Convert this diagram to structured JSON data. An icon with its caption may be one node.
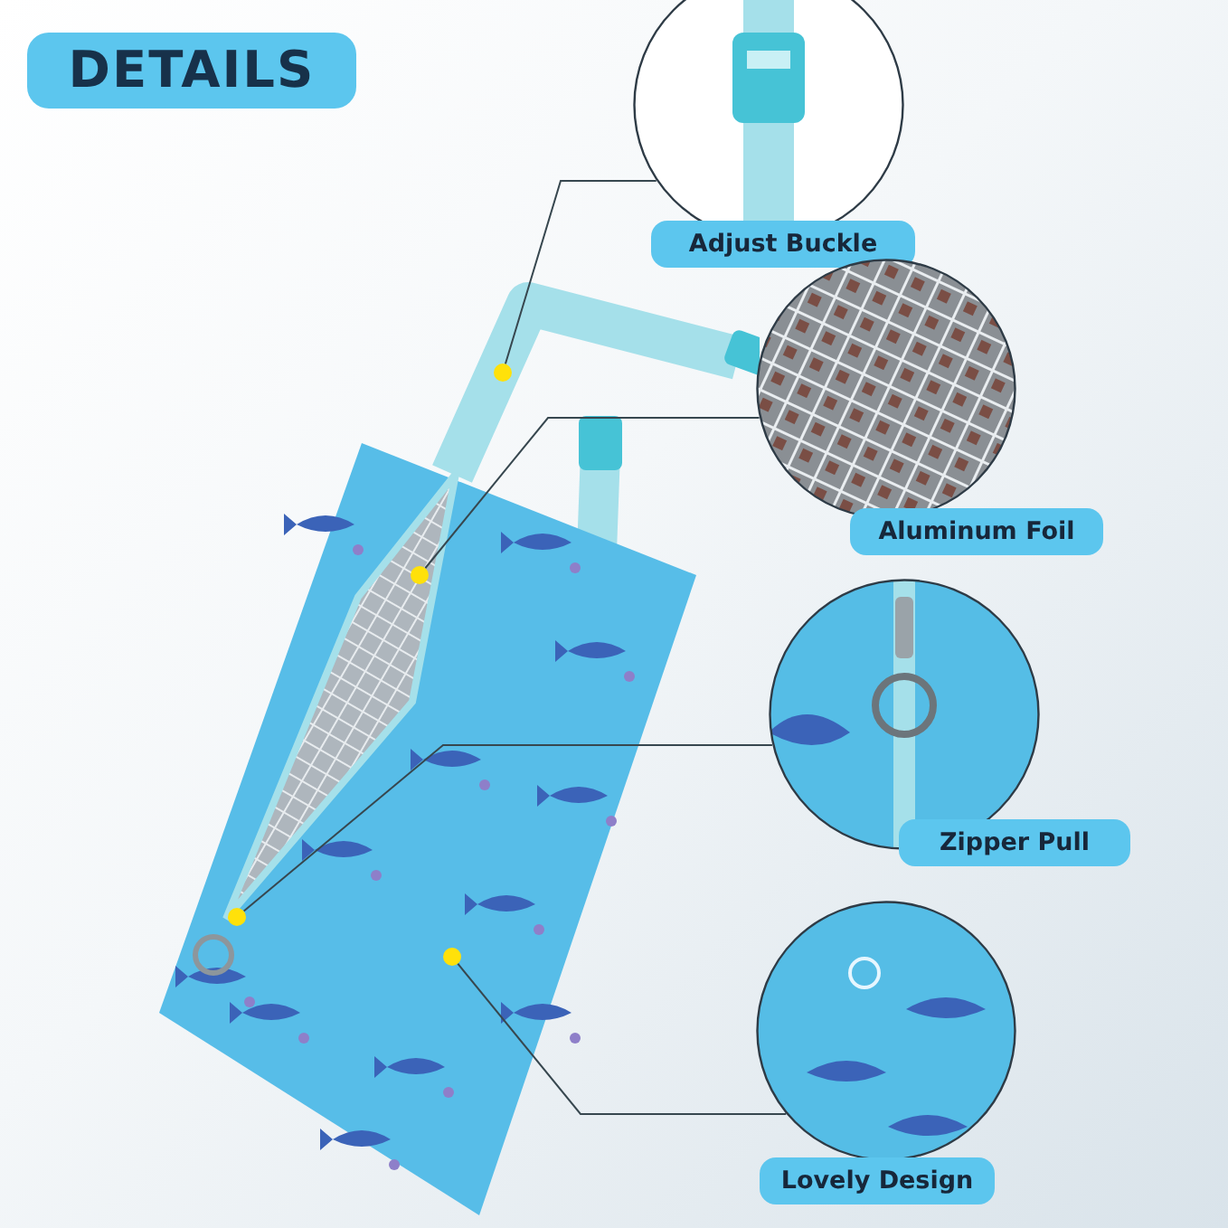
{
  "diagram": {
    "title": "DETAILS",
    "nodes": [
      {
        "text": [],
        "shape": "picture"
      },
      {
        "text": [],
        "shape": "circle"
      },
      {
        "text": [],
        "shape": "circle",
        "in": 0
      },
      {
        "text": [],
        "shape": "circle",
        "in": 0
      },
      {
        "text": [],
        "shape": "circle",
        "in": 0
      },
      {
        "text": [
          "Adjust Buckle"
        ]
      },
      {
        "text": [
          "Aluminum Foil"
        ]
      },
      {
        "text": [
          "Zipper Pull"
        ]
      },
      {
        "text": [
          "Lovely Design"
        ]
      }
    ],
    "edges": [
      {
        "from": 1,
        "to": 5,
        "arrow": "none"
      },
      {
        "from": 2,
        "to": 6,
        "arrow": "none"
      },
      {
        "from": 3,
        "to": 7,
        "arrow": "none"
      },
      {
        "from": 4,
        "to": 8,
        "arrow": "none"
      }
    ]
  }
}
